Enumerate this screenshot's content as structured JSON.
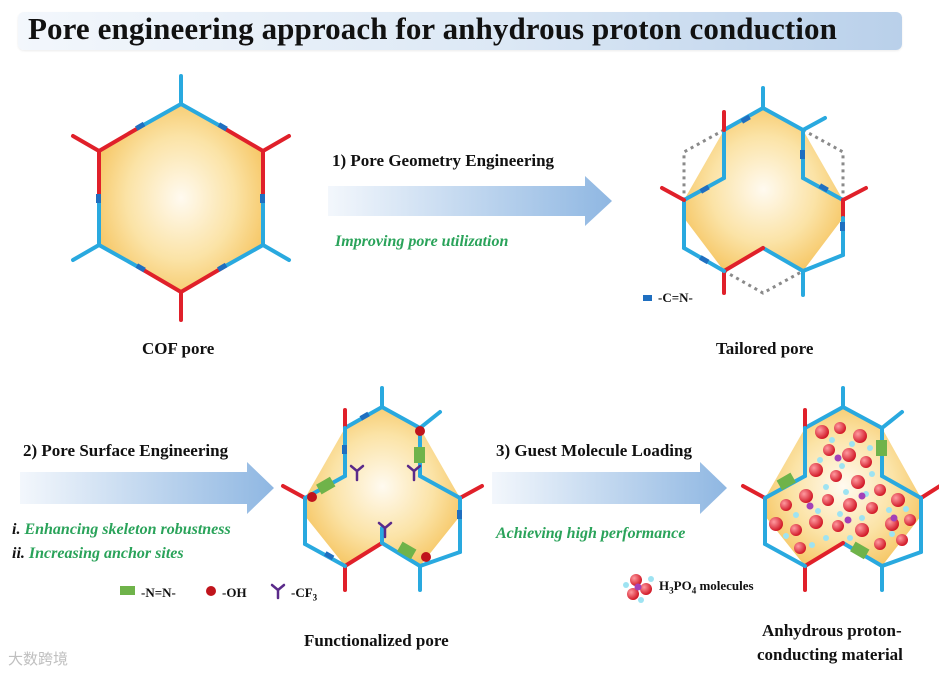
{
  "title": "Pore engineering approach for anhydrous proton conduction",
  "step1": {
    "label": "1) Pore Geometry Engineering",
    "note": "Improving pore utilization"
  },
  "step2": {
    "label": "2) Pore Surface Engineering",
    "note1_num": "i.",
    "note1": "Enhancing skeleton robustness",
    "note2_num": "ii.",
    "note2": "Increasing anchor sites"
  },
  "step3": {
    "label": "3) Guest Molecule Loading",
    "note": "Achieving high performance"
  },
  "captions": {
    "cof": "COF pore",
    "tailored": "Tailored pore",
    "functionalized": "Functionalized pore",
    "material_line1": "Anhydrous proton-",
    "material_line2": "conducting material"
  },
  "legend": {
    "imine": "-C=N-",
    "azo": "-N=N-",
    "hydroxyl": "-OH",
    "cf3_prefix": "-CF",
    "cf3_sub": "3",
    "h3po4_prefix": "H",
    "h3po4_sub1": "3",
    "h3po4_mid": "PO",
    "h3po4_sub2": "4",
    "h3po4_suffix": " molecules"
  },
  "colors": {
    "red_node": "#e0202a",
    "blue_link": "#29a9df",
    "imine": "#1f6fc0",
    "azo": "#6fb34a",
    "hydroxyl": "#c0141c",
    "cf3": "#5a2a8a",
    "pore_fill": "#f8d27a",
    "green_text": "#2aa35a"
  },
  "watermark": "大数跨境"
}
